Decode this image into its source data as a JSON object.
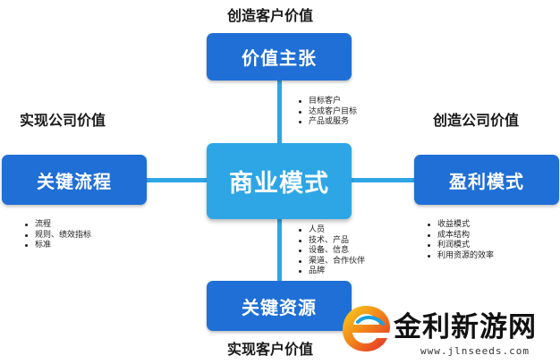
{
  "center": {
    "label": "商业模式"
  },
  "top": {
    "heading": "创造客户价值",
    "box_label": "价值主张",
    "bullets": [
      "目标客户",
      "达成客户目标",
      "产品或服务"
    ]
  },
  "left": {
    "heading": "实现公司价值",
    "box_label": "关键流程",
    "bullets": [
      "流程",
      "规则、绩效指标",
      "标准"
    ]
  },
  "right": {
    "heading": "创造公司价值",
    "box_label": "盈利模式",
    "bullets": [
      "收益模式",
      "成本结构",
      "利润模式",
      "利用资源的效率"
    ]
  },
  "bottom": {
    "heading": "实现客户价值",
    "box_label": "关键资源",
    "bullets": [
      "人员",
      "技术、产品",
      "设备、信息",
      "渠道、合作伙伴",
      "品牌"
    ]
  },
  "watermark": {
    "brand": "金利新游网",
    "url": "www.jlnseeds.com"
  },
  "colors": {
    "box_dark": "#1f6fd6",
    "box_center": "#2ea6e6",
    "connector": "#2ea6e6"
  }
}
